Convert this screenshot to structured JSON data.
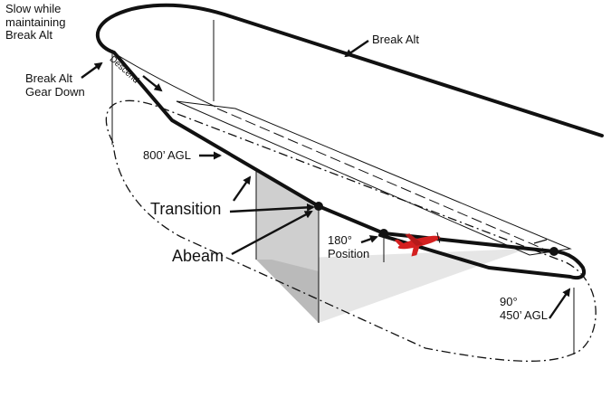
{
  "labels": {
    "slow_while": "Slow while\nmaintaining\nBreak Alt",
    "break_alt_top": "Break Alt",
    "break_alt_gear": "Break Alt\nGear Down",
    "descend": "Descend",
    "agl_800": "800’ AGL",
    "transition": "Transition",
    "abeam": "Abeam",
    "position_180": "180°\nPosition",
    "turn_90": "90°\n450’ AGL"
  },
  "colors": {
    "line": "#111111",
    "aircraft": "#d42020",
    "shade_light": "#e6e6e6",
    "shade_mid": "#cfcfcf",
    "shade_dark": "#a9a9a9"
  }
}
